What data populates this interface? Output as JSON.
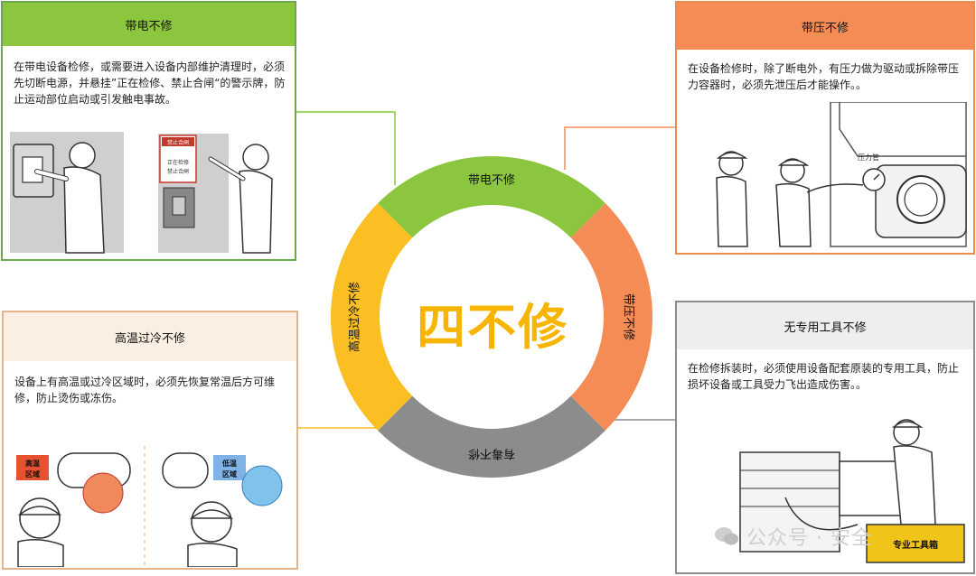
{
  "center": {
    "title": "四不修"
  },
  "ring": [
    {
      "label": "带电不修",
      "color": "#8cc63f"
    },
    {
      "label": "带压不修",
      "color": "#f58b55"
    },
    {
      "label": "有毒不修",
      "color": "#8c8c8c"
    },
    {
      "label": "高温过冷不修",
      "color": "#fbbf24"
    }
  ],
  "panels": {
    "live": {
      "title": "带电不修",
      "text": "在带电设备检修，或需要进入设备内部维护清理时，必须先切断电源，并悬挂”正在检修、禁止合闸“的警示牌，防止运动部位启动或引发触电事故。",
      "sign_top": "禁止合闸",
      "sign_line1": "正在检修",
      "sign_line2": "禁止合闸"
    },
    "pressure": {
      "title": "带压不修",
      "text": "在设备检修时，除了断电外，有压力做为驱动或拆除带压力容器时，必须先泄压后才能操作。。",
      "gauge_label": "压力管"
    },
    "temperature": {
      "title": "高温过冷不修",
      "text": "设备上有高温或过冷区域时，必须先恢复常温后方可维修，防止烫伤或冻伤。",
      "hot_label": "高温区域",
      "cold_label": "低温区域"
    },
    "tools": {
      "title": "无专用工具不修",
      "text": "在检修拆装时，必须使用设备配套原装的专用工具，防止损坏设备或工具受力飞出造成伤害。。",
      "toolbox_label": "专业工具箱"
    }
  },
  "watermark": {
    "text": "公众号 · 安全"
  },
  "colors": {
    "green": "#8cc63f",
    "orange": "#f58b55",
    "gray": "#8c8c8c",
    "yellow": "#fbbf24",
    "title_yellow": "#f7b500"
  }
}
